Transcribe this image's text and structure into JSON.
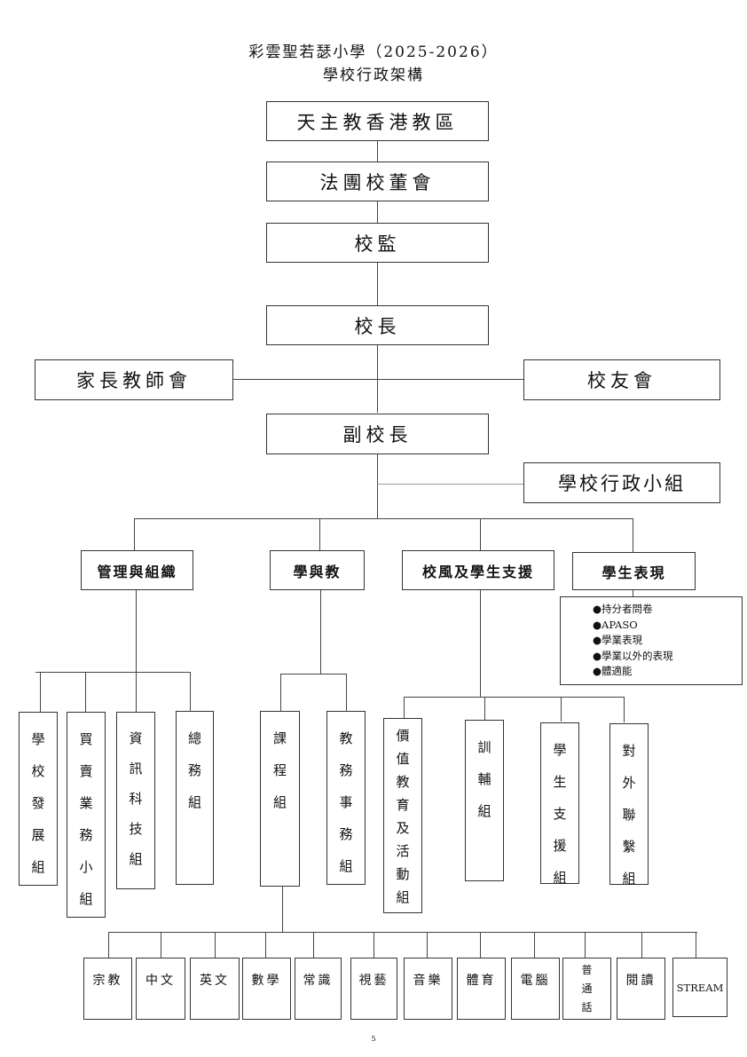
{
  "header": {
    "title_line1": "彩雲聖若瑟小學（2025-2026）",
    "title_line2": "學校行政架構"
  },
  "hierarchy": {
    "diocese": "天主教香港教區",
    "board": "法團校董會",
    "supervisor": "校監",
    "principal": "校長",
    "pta": "家長教師會",
    "alumni": "校友會",
    "vice_principal": "副校長",
    "admin_team": "學校行政小組"
  },
  "domains": [
    {
      "label": "管理與組織"
    },
    {
      "label": "學與教"
    },
    {
      "label": "校風及學生支援"
    },
    {
      "label": "學生表現"
    }
  ],
  "management_groups": [
    {
      "label": "學校發展組"
    },
    {
      "label": "買賣業務小組"
    },
    {
      "label": "資訊科技組"
    },
    {
      "label": "總務組"
    }
  ],
  "learning_groups": [
    {
      "label": "課程組"
    },
    {
      "label": "教務事務組"
    }
  ],
  "support_groups": [
    {
      "label": "價值教育及活動組"
    },
    {
      "label": "訓輔組"
    },
    {
      "label": "學生支援組"
    },
    {
      "label": "對外聯繫組"
    }
  ],
  "performance_items": [
    "●持分者問卷",
    "●APASO",
    "●學業表現",
    "●學業以外的表現",
    "●體適能"
  ],
  "subjects": [
    {
      "label": "宗教"
    },
    {
      "label": "中文"
    },
    {
      "label": "英文"
    },
    {
      "label": "數學"
    },
    {
      "label": "常識"
    },
    {
      "label": "視藝"
    },
    {
      "label": "音樂"
    },
    {
      "label": "體育"
    },
    {
      "label": "電腦"
    },
    {
      "label": "普通話"
    },
    {
      "label": "閱讀"
    },
    {
      "label": "STREAM"
    }
  ],
  "footer": {
    "page_number": "5"
  }
}
